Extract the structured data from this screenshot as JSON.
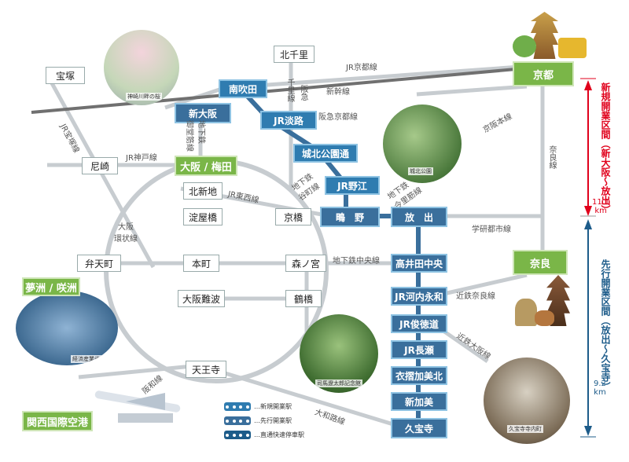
{
  "stations": {
    "minami_suita": "南吹田",
    "shin_osaka": "新大阪",
    "kita_senri": "北千里",
    "takarazuka": "宝塚",
    "kyoto": "京都",
    "jr_awaji": "JR淡路",
    "shirokita": "城北公園通",
    "jr_noe": "JR野江",
    "shigino": "鴫　野",
    "hanaten": "放　出",
    "osaka_umeda": "大阪 / 梅田",
    "amagasaki": "尼崎",
    "kitashinchi": "北新地",
    "yodoyabashi": "淀屋橋",
    "kyobashi": "京橋",
    "bentencho": "弁天町",
    "honmachi": "本町",
    "morinomiya": "森ノ宮",
    "yumeshima": "夢洲 / 咲洲",
    "osaka_namba": "大阪難波",
    "tsuruhashi": "鶴橋",
    "tennoji": "天王寺",
    "kix": "関西国際空港",
    "nara": "奈良",
    "takaida": "高井田中央",
    "kawachi_eiwa": "JR河内永和",
    "shuntokumichi": "JR俊徳道",
    "nagase": "JR長瀬",
    "kisogabiki": "衣摺加美北",
    "shinkami": "新加美",
    "kyuhoji": "久宝寺"
  },
  "lines": {
    "jr_kyoto": "JR京都線",
    "shinkansen": "新幹線",
    "hankyu_kyoto": "阪急京都線",
    "keihan": "京阪本線",
    "jr_takarazuka": "JR宝塚線",
    "jr_kobe": "JR神戸線",
    "jr_tozai": "JR東西線",
    "loop": "大阪\n環状線",
    "gakkentoshi": "学研都市線",
    "nara_line": "奈良線",
    "chuo": "地下鉄中央線",
    "kintetsu_nara": "近鉄奈良線",
    "kintetsu_osaka": "近鉄大阪線",
    "hanwa": "阪和線",
    "yamatoji": "大和路線",
    "senri": "千里線",
    "hankyu": "阪急",
    "subway_midosuji": "地下鉄\n御堂筋線",
    "subway_imazato": "地下鉄\n今里筋線",
    "subway_tanimachi": "地下鉄\n谷町線"
  },
  "sections": {
    "new": "新規開業区間（新大阪〜放出）",
    "new_km": "11.1\nkm",
    "advance": "先行開業区間（放出〜久宝寺）",
    "advance_km": "9.2\nkm"
  },
  "captions": {
    "kanzaki": "神崎川畔の桜",
    "shirokita_park": "城北公園",
    "expo": "経済産業省提供",
    "shiba": "司馬遼太郎記念館",
    "kyuhoji_town": "久宝寺寺内町"
  },
  "legend": [
    {
      "label": "…新規開業駅",
      "color": "#2f7cb0"
    },
    {
      "label": "…先行開業駅",
      "color": "#3a6f9c"
    },
    {
      "label": "…直通快速停車駅",
      "color": "#1d5c8a"
    }
  ],
  "colors": {
    "new_line": "#2f7cb0",
    "advance_line": "#3a6f9c",
    "other_line": "#c7ccd0",
    "green": "#7ab648",
    "red_arrow": "#e0001b",
    "blue_arrow": "#1d5c8a"
  }
}
